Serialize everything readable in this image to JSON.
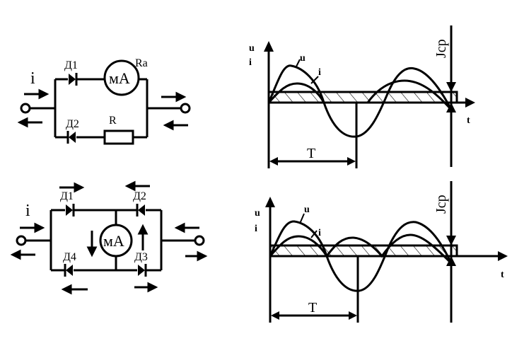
{
  "circuit_half_wave": {
    "current_label": "i",
    "diode1_label": "Д1",
    "diode2_label": "Д2",
    "meter_label": "мА",
    "meter_resistance_label": "Ra",
    "resistor_label": "R"
  },
  "circuit_bridge": {
    "current_label": "i",
    "diode1_label": "Д1",
    "diode2_label": "Д2",
    "diode3_label": "Д3",
    "diode4_label": "Д4",
    "meter_label": "мА"
  },
  "graph_half_wave": {
    "voltage_label": "u",
    "current_label": "i",
    "axis_u_label": "u",
    "axis_i_label": "i",
    "time_label": "t",
    "period_label": "T",
    "average_current_label": "Jср"
  },
  "graph_full_wave": {
    "voltage_label": "u",
    "current_label": "i",
    "axis_u_label": "u",
    "axis_i_label": "i",
    "time_label": "t",
    "period_label": "T",
    "average_current_label": "Jср"
  }
}
